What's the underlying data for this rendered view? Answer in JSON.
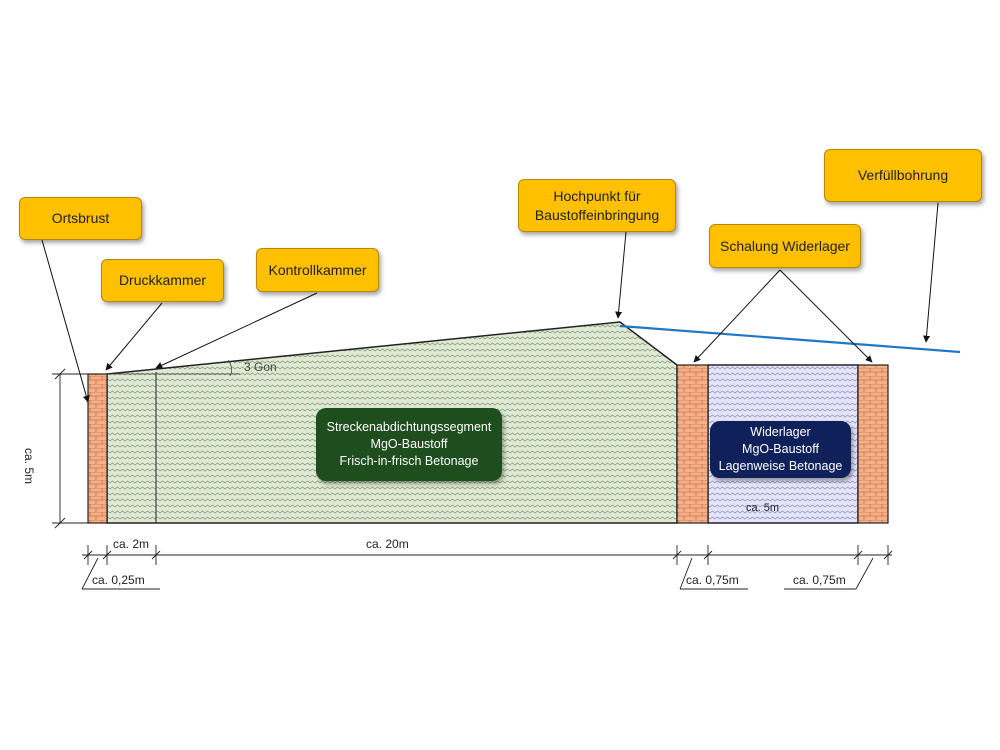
{
  "callouts": {
    "ortsbrust": "Ortsbrust",
    "druckkammer": "Druckkammer",
    "kontrollkammer": "Kontrollkammer",
    "hochpunkt_line1": "Hochpunkt für",
    "hochpunkt_line2": "Baustoffeinbringung",
    "schalung": "Schalung Widerlager",
    "verfuellbohrung": "Verfüllbohrung"
  },
  "segment_label": {
    "line1": "Streckenabdichtungssegment",
    "line2": "MgO-Baustoff",
    "line3": "Frisch-in-frisch Betonage"
  },
  "widerlager_label": {
    "line1": "Widerlager",
    "line2": "MgO-Baustoff",
    "line3": "Lagenweise Betonage"
  },
  "annotations": {
    "angle": "3 Gon",
    "widerlager_length": "ca. 5m"
  },
  "dimensions": {
    "height": "ca. 5m",
    "druckkammer_length": "ca. 2m",
    "segment_length": "ca. 20m",
    "ortsbrust_wall": "ca. 0,25m",
    "schalung_left": "ca. 0,75m",
    "schalung_right": "ca. 0,75m"
  },
  "colors": {
    "callout_fill": "#ffc000",
    "segment_fill": "#dfe9d6",
    "segment_label_fill": "#1e4d1e",
    "widerlager_fill": "#e4e4f6",
    "widerlager_label_fill": "#10205a",
    "brick": "#f4b183",
    "bohrung_line": "#1f77c8"
  }
}
